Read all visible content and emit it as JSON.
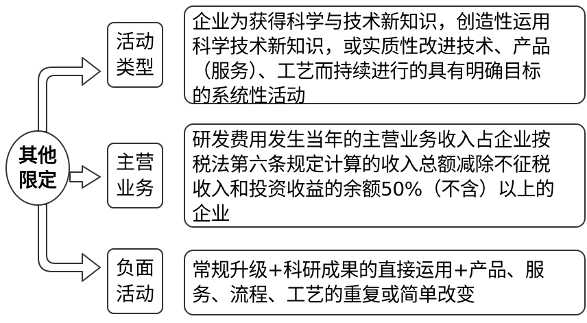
{
  "root": {
    "lines": [
      "其他",
      "限定"
    ]
  },
  "branches": [
    {
      "label_lines": [
        "活动",
        "类型"
      ],
      "desc_lines": [
        "企业为获得科学与技术新知识，创造性运用",
        "科学技术新知识，或实质性改进技术、产品",
        "（服务）、工艺而持续进行的具有明确目标",
        "的系统性活动"
      ]
    },
    {
      "label_lines": [
        "主营",
        "业务"
      ],
      "desc_lines": [
        "研发费用发生当年的主营业务收入占企业按",
        "税法第六条规定计算的收入总额减除不征税",
        "收入和投资收益的余额50%（不含）以上的",
        "企业"
      ]
    },
    {
      "label_lines": [
        "负面",
        "活动"
      ],
      "desc_lines": [
        "常规升级+科研成果的直接运用+产品、服",
        "务、流程、工艺的重复或简单改变"
      ]
    }
  ]
}
